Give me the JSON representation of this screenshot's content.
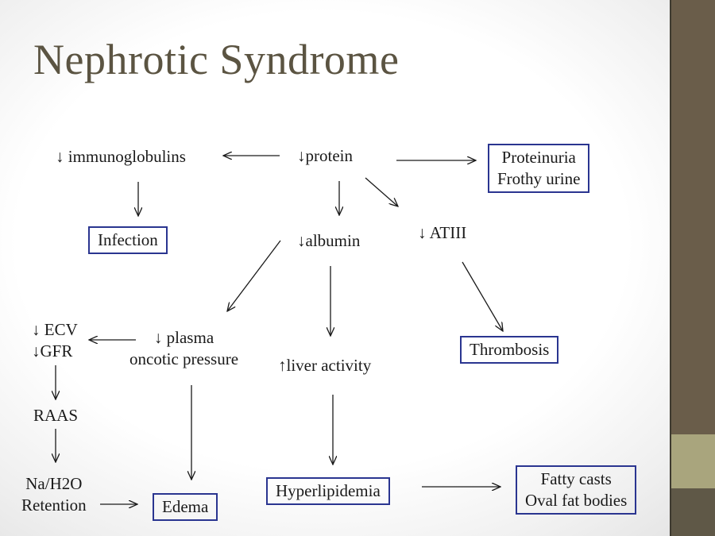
{
  "title": "Nephrotic Syndrome",
  "nodes": {
    "protein": "↓protein",
    "immunoglobulins": "↓ immunoglobulins",
    "proteinuria_line1": "Proteinuria",
    "proteinuria_line2": "Frothy urine",
    "infection": "Infection",
    "albumin": "↓albumin",
    "atiii": "↓ ATIII",
    "ecv": "↓ ECV",
    "gfr": "↓GFR",
    "plasma_line1": "↓ plasma",
    "plasma_line2": "oncotic pressure",
    "liver": "↑liver activity",
    "thrombosis": "Thrombosis",
    "raas": "RAAS",
    "retention_line1": "Na/H2O",
    "retention_line2": "Retention",
    "edema": "Edema",
    "hyperlipidemia": "Hyperlipidemia",
    "fatty_line1": "Fatty casts",
    "fatty_line2": "Oval fat bodies"
  },
  "colors": {
    "title": "#5b5442",
    "box_border": "#2a3590",
    "sidebar": "#6a5d4a",
    "sidebar_accent": "#a9a57d"
  }
}
